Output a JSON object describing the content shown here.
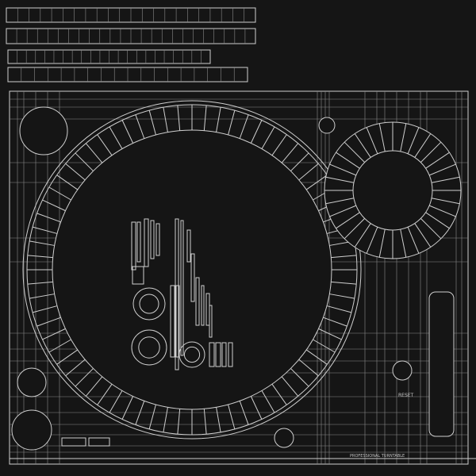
{
  "labels": {
    "reset": "RESET",
    "product": "PROFESSIONAL TURNTABLE"
  },
  "colors": {
    "background": "#151515",
    "wire": "#cfcfcf"
  },
  "platter_segments": 72,
  "gear_segments": 32
}
